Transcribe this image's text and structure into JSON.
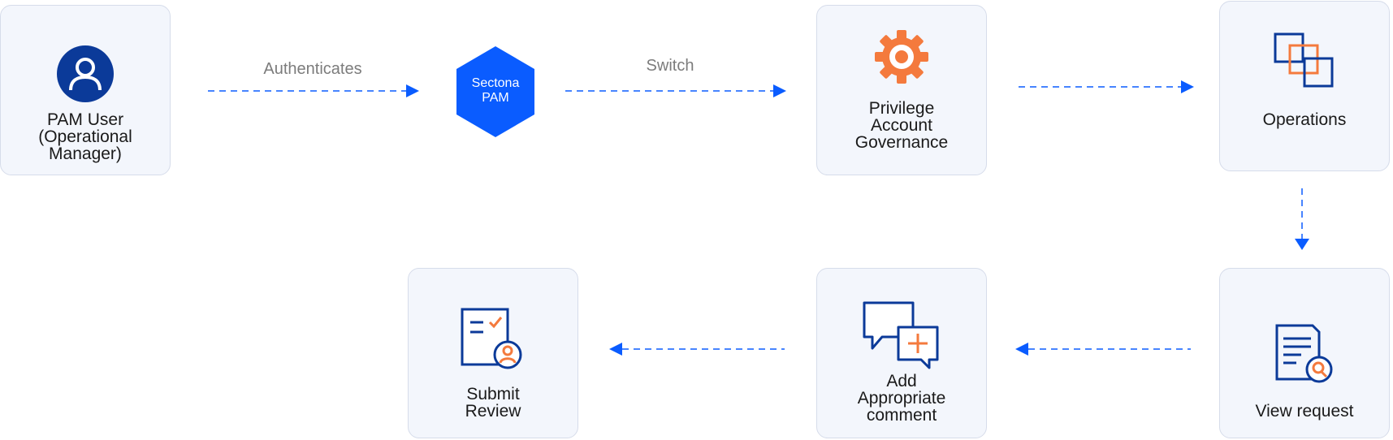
{
  "nodes": {
    "pam_user": {
      "label": "PAM User\n(Operational\nManager)"
    },
    "sectona": {
      "label": "Sectona\nPAM"
    },
    "governance": {
      "label": "Privilege\nAccount\nGovernance"
    },
    "operations": {
      "label": "Operations"
    },
    "view_request": {
      "label": "View request"
    },
    "add_comment": {
      "label": "Add\nAppropriate\ncomment"
    },
    "submit_review": {
      "label": "Submit\nReview"
    }
  },
  "edges": {
    "authenticates": {
      "label": "Authenticates"
    },
    "switch": {
      "label": "Switch"
    }
  },
  "colors": {
    "primary_blue": "#0a5cff",
    "navy": "#0b3a99",
    "orange": "#f47a3d",
    "card_bg": "#f3f6fc",
    "card_border": "#d6dcea",
    "label_gray": "#7c7c7c"
  },
  "icons": {
    "pam_user": "user-avatar-icon",
    "governance": "gear-icon",
    "operations": "overlapping-squares-icon",
    "view_request": "document-search-icon",
    "add_comment": "chat-add-icon",
    "submit_review": "checklist-user-icon"
  }
}
